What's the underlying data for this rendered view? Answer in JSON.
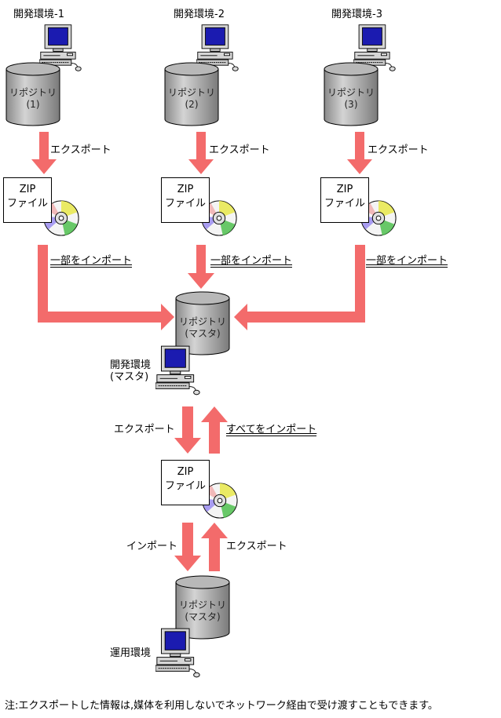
{
  "env_labels": [
    "開発環境-1",
    "開発環境-2",
    "開発環境-3"
  ],
  "repo_labels": [
    {
      "line1": "リポジトリ",
      "line2": "(1)"
    },
    {
      "line1": "リポジトリ",
      "line2": "(2)"
    },
    {
      "line1": "リポジトリ",
      "line2": "(3)"
    }
  ],
  "export_label": "エクスポート",
  "zip_label": {
    "line1": "ZIP",
    "line2": "ファイル"
  },
  "partial_import_label": "一部をインポート",
  "master_repo": {
    "line1": "リポジトリ",
    "line2": "(マスタ)"
  },
  "master_env": {
    "line1": "開発環境",
    "line2": "(マスタ)"
  },
  "master_export_label": "エクスポート",
  "import_all_label": "すべてをインポート",
  "import_label": "インポート",
  "ops_export_label": "エクスポート",
  "ops_repo": {
    "line1": "リポジトリ",
    "line2": "(マスタ)"
  },
  "ops_env_label": "運用環境",
  "footnote": "注:エクスポートした情報は,媒体を利用しないでネットワーク経由で受け渡すこともできます。",
  "colors": {
    "arrow": "#f36b6b",
    "monitor_screen": "#1b1bb0",
    "cylinder": "#a8a8a8"
  }
}
